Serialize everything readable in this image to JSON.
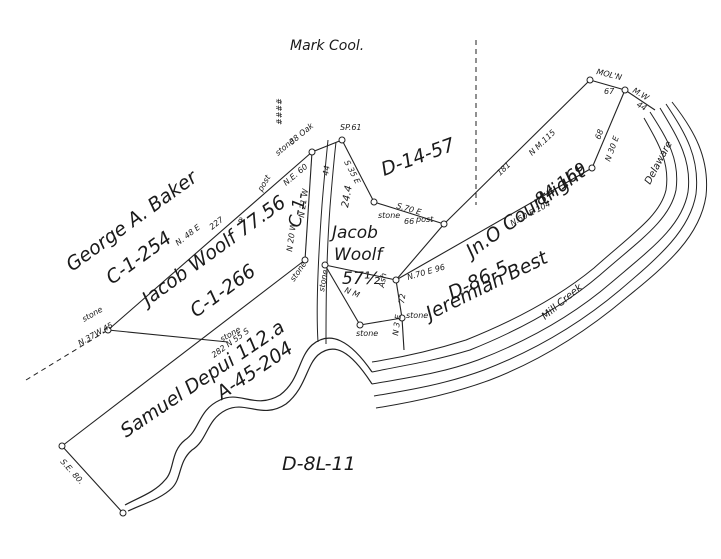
{
  "top_owner": "Mark Cool.",
  "bottom_ref": "D-8L-11",
  "mark_hash": "####",
  "parcels": {
    "baker": {
      "owner": "George A. Baker",
      "deed": "C-1-254",
      "bearing": "N. 48 E",
      "dist": "227"
    },
    "woolf": {
      "owner": "Jacob Woolf 77.56",
      "deed": "C-1-266",
      "note": "a"
    },
    "depui": {
      "owner": "Samuel Depui 112.a",
      "deed": "A-45-204"
    },
    "woolf2": {
      "owner_a": "Jacob",
      "owner_b": "Woolf",
      "acres": "57½",
      "deed": "C-1-",
      "top": "24.4"
    },
    "courtright": {
      "owner": "Jn.O Courtright",
      "acres": "84 169",
      "deed": "D-14-57"
    },
    "best": {
      "owner": "Jeremiah Best",
      "deed": "D-86-5"
    }
  },
  "line_labels": {
    "stone_left": "stone",
    "n37w": "N.37W.45",
    "stone2": "stone",
    "s_bearing": "282 N 55 S",
    "stone3": "stone",
    "post1": "post",
    "stone_top": "stone",
    "top_line": "38 Oak",
    "ne60": "N.E. 60",
    "n20w": "N 20 W",
    "n26w": "N 21 W",
    "dist44": "44",
    "s35e": "S 35 E",
    "s5": "SP.61",
    "stone4": "stone",
    "s70e": "S.70 E",
    "d66": "66",
    "post2": "post",
    "n_m": "N M",
    "stone5": "stone",
    "ash": "Ash",
    "stone6": "stone",
    "s3e": "N 3 E",
    "d72": "72",
    "stone7": "stone",
    "n70e96": "N.70 E 96",
    "n50e104": "N.50 E 104",
    "d68": "68",
    "n30e": "N 30 E",
    "mol": "MOL'N",
    "d67": "67",
    "mw": "M.W",
    "n44": "44",
    "d181": "181",
    "nm115": "N M.115",
    "se80": "S.E. 80."
  },
  "waterway": "Delaware",
  "waterway_b": "Mill Creek"
}
